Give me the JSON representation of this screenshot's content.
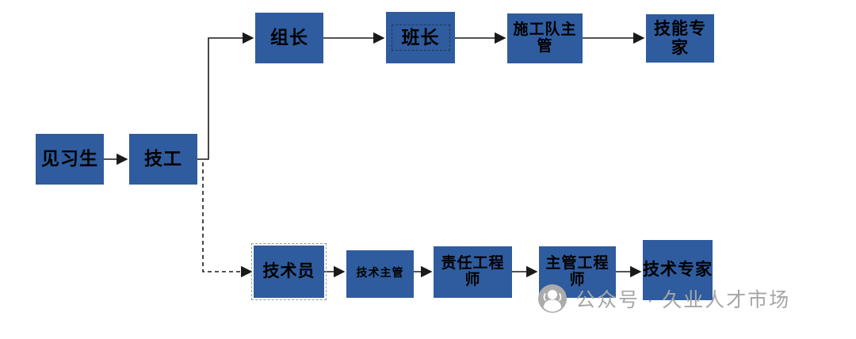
{
  "diagram": {
    "type": "flowchart",
    "description": "Dual career-ladder progression flowchart (management track and technical track)",
    "nodes": {
      "trainee": "见习生",
      "technician": "技工",
      "group_leader": "组长",
      "squad_leader": "班长",
      "construction_team_supervisor": "施工队主管",
      "skill_expert": "技能专家",
      "technical_staff": "技术员",
      "technical_supervisor": "技术主管",
      "responsible_engineer": "责任工程师",
      "supervising_engineer": "主管工程师",
      "technical_expert": "技术专家"
    },
    "edges": [
      {
        "from": "trainee",
        "to": "technician",
        "style": "solid"
      },
      {
        "from": "technician",
        "to": "group_leader",
        "style": "solid"
      },
      {
        "from": "group_leader",
        "to": "squad_leader",
        "style": "solid"
      },
      {
        "from": "squad_leader",
        "to": "construction_team_supervisor",
        "style": "solid"
      },
      {
        "from": "construction_team_supervisor",
        "to": "skill_expert",
        "style": "solid"
      },
      {
        "from": "technician",
        "to": "technical_staff",
        "style": "dashed"
      },
      {
        "from": "technical_staff",
        "to": "technical_supervisor",
        "style": "solid"
      },
      {
        "from": "technical_supervisor",
        "to": "responsible_engineer",
        "style": "solid"
      },
      {
        "from": "responsible_engineer",
        "to": "supervising_engineer",
        "style": "solid"
      },
      {
        "from": "supervising_engineer",
        "to": "technical_expert",
        "style": "solid"
      }
    ],
    "colors": {
      "node_fill": "#2E5C9E",
      "node_text": "#000000",
      "connector": "#1a1a1a",
      "watermark_text": "#a6a6a6"
    }
  },
  "watermark": {
    "icon": "wechat-official-account-icon",
    "text": "公众号 · 久业人才市场"
  }
}
